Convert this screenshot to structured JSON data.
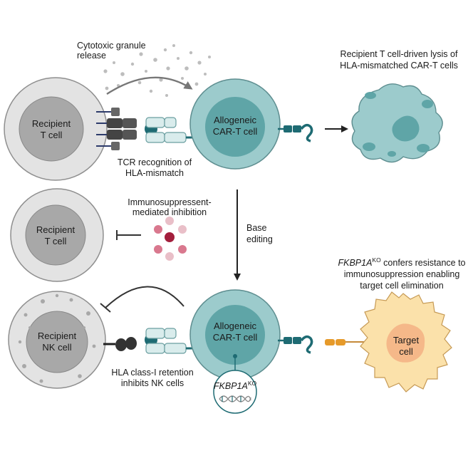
{
  "panel1": {
    "granule_line1": "Cytotoxic granule",
    "granule_line2": "release",
    "recipient_line1": "Recipient",
    "recipient_line2": "T cell",
    "cart_line1": "Allogeneic",
    "cart_line2": "CAR-T cell",
    "tcr_line1": "TCR recognition of",
    "tcr_line2": "HLA-mismatch",
    "lysis_line1": "Recipient T cell-driven lysis of",
    "lysis_line2": "HLA-mismatched CAR-T cells"
  },
  "panel2": {
    "immuno_line1": "Immunosuppressent-",
    "immuno_line2": "mediated inhibition",
    "recipient_line1": "Recipient",
    "recipient_line2": "T cell",
    "base_line1": "Base",
    "base_line2": "editing"
  },
  "panel3": {
    "nk_line1": "Recipient",
    "nk_line2": "NK cell",
    "cart_line1": "Allogeneic",
    "cart_line2": "CAR-T cell",
    "hla_line1": "HLA class-I retention",
    "hla_line2": "inhibits NK cells",
    "fkbp_gene": "FKBP1A",
    "fkbp_sup": "KO",
    "resist_gene": "FKBP1A",
    "resist_sup": "KO",
    "resist_line1_rest": " confers resistance to",
    "resist_line2": "immunosuppression enabling",
    "resist_line3": "target cell elimination",
    "target_line1": "Target",
    "target_line2": "cell"
  },
  "colors": {
    "cart_outer": "#9ccbcc",
    "cart_inner": "#5fa5a7",
    "car_receptor": "#1e6b73",
    "recipient_outer": "#e3e3e3",
    "recipient_inner": "#a8a8a8",
    "target_outer": "#fbe1aa",
    "target_inner": "#f5b889",
    "antigen": "#e69a2a",
    "immunosuppressant": "#c4475f"
  }
}
